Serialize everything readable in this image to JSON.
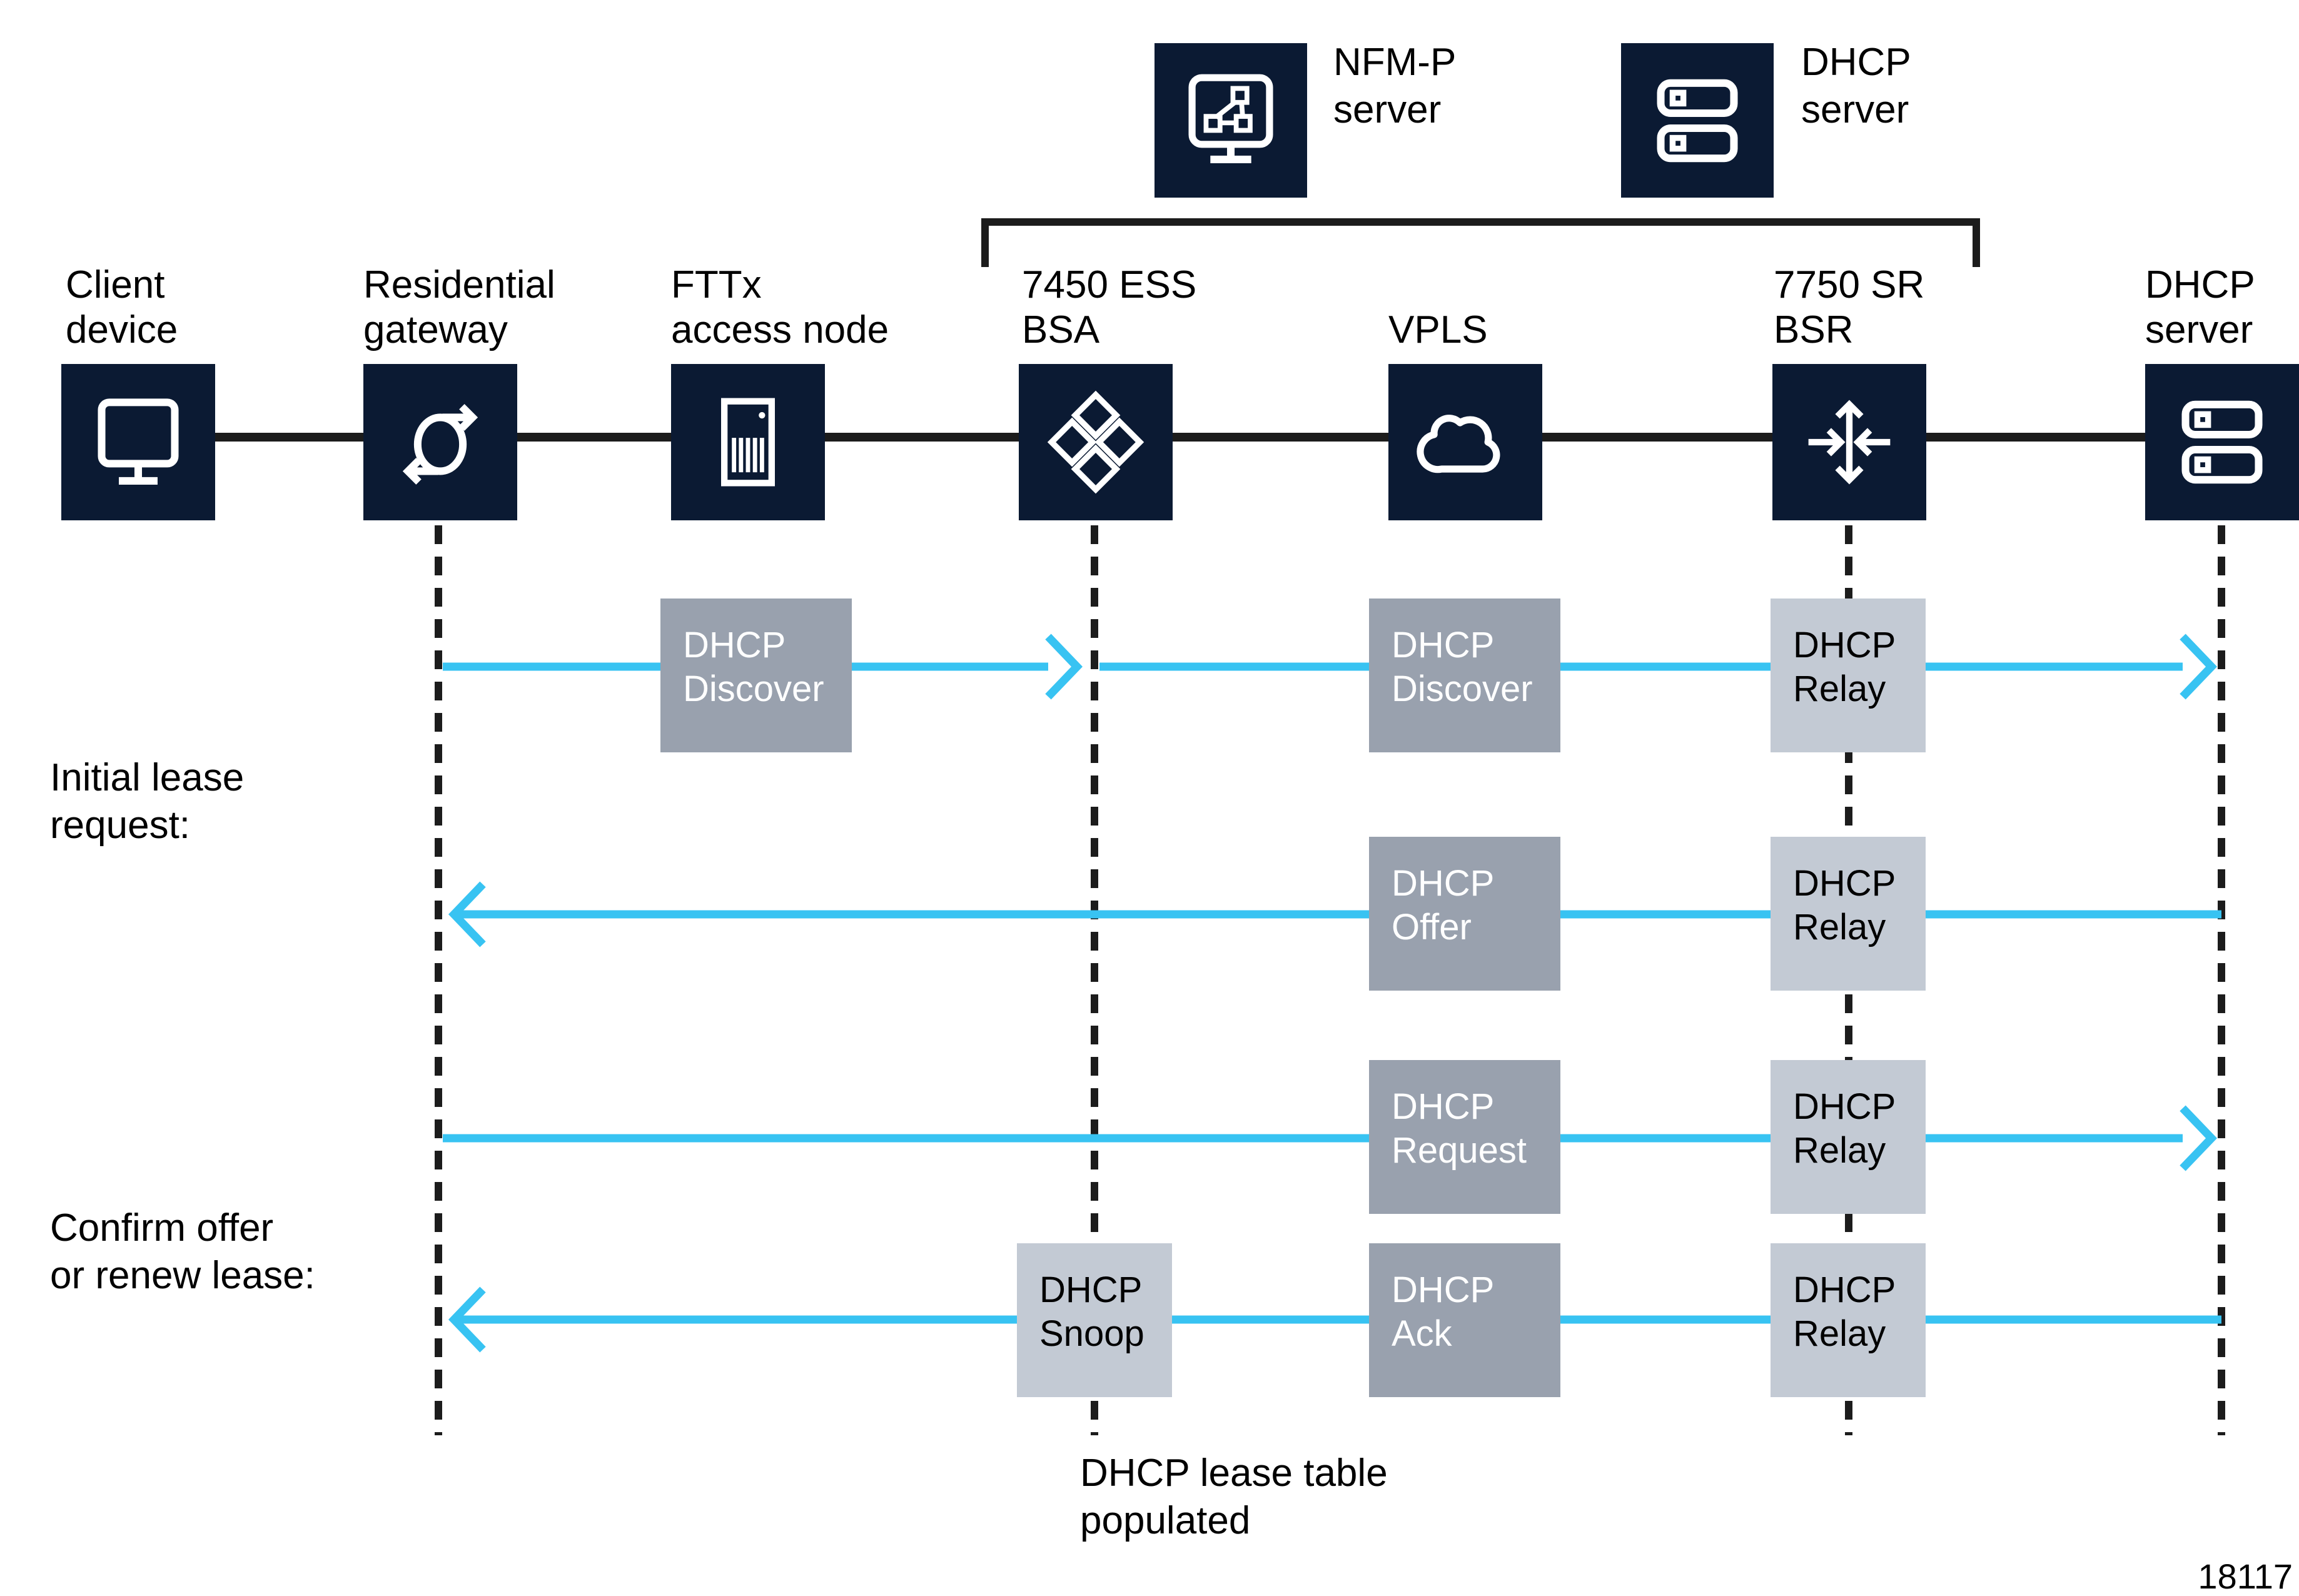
{
  "figure_number": "18117",
  "colors": {
    "node_box_navy": "#0b1a33",
    "message_box_dark_gray": "#99a1ae",
    "message_box_light_gray": "#c3cad4",
    "flow_arrow_cyan": "#38c3f2",
    "structure_black": "#1c1c1c"
  },
  "top_servers": [
    {
      "id": "nfmp-server",
      "label_l1": "NFM-P",
      "label_l2": "server",
      "icon": "monitor-topology-icon"
    },
    {
      "id": "dhcp-server-top",
      "label_l1": "DHCP",
      "label_l2": "server",
      "icon": "server-stack-icon"
    }
  ],
  "nodes": [
    {
      "id": "client-device",
      "label_l1": "Client",
      "label_l2": "device",
      "icon": "monitor-icon"
    },
    {
      "id": "residential-gateway",
      "label_l1": "Residential",
      "label_l2": "gateway",
      "icon": "sync-arrows-icon"
    },
    {
      "id": "fttx-access-node",
      "label_l1": "FTTx",
      "label_l2": "access node",
      "icon": "cabinet-icon"
    },
    {
      "id": "7450-ess-bsa",
      "label_l1": "7450 ESS",
      "label_l2": "BSA",
      "icon": "diamond-lattice-icon"
    },
    {
      "id": "vpls",
      "label_l1": "",
      "label_l2": "VPLS",
      "icon": "cloud-icon"
    },
    {
      "id": "7750-sr-bsr",
      "label_l1": "7750 SR",
      "label_l2": "BSR",
      "icon": "router-arrows-icon"
    },
    {
      "id": "dhcp-server",
      "label_l1": "DHCP",
      "label_l2": "server",
      "icon": "server-stack-icon"
    }
  ],
  "phases": [
    {
      "label_l1": "Initial lease",
      "label_l2": "request:"
    },
    {
      "label_l1": "Confirm offer",
      "label_l2": "or renew lease:"
    }
  ],
  "messages": {
    "discover_access": {
      "l1": "DHCP",
      "l2": "Discover"
    },
    "discover_core": {
      "l1": "DHCP",
      "l2": "Discover"
    },
    "relay1": {
      "l1": "DHCP",
      "l2": "Relay"
    },
    "offer": {
      "l1": "DHCP",
      "l2": "Offer"
    },
    "relay2": {
      "l1": "DHCP",
      "l2": "Relay"
    },
    "request": {
      "l1": "DHCP",
      "l2": "Request"
    },
    "relay3": {
      "l1": "DHCP",
      "l2": "Relay"
    },
    "snoop": {
      "l1": "DHCP",
      "l2": "Snoop"
    },
    "ack": {
      "l1": "DHCP",
      "l2": "Ack"
    },
    "relay4": {
      "l1": "DHCP",
      "l2": "Relay"
    }
  },
  "footnote": {
    "l1": "DHCP lease table",
    "l2": "populated"
  }
}
